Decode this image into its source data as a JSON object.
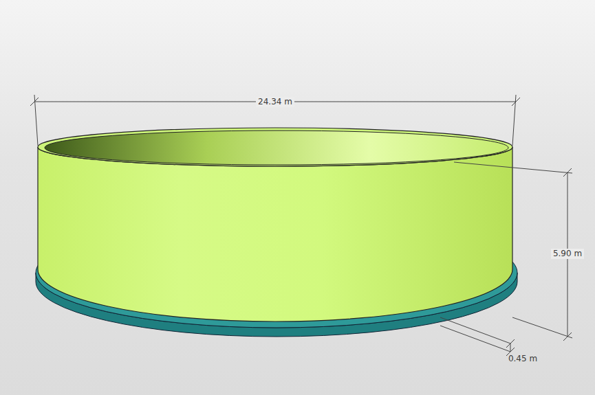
{
  "diagram": {
    "labels": [
      "24.34 m",
      "5.90 m",
      "0.45 m"
    ]
  }
}
